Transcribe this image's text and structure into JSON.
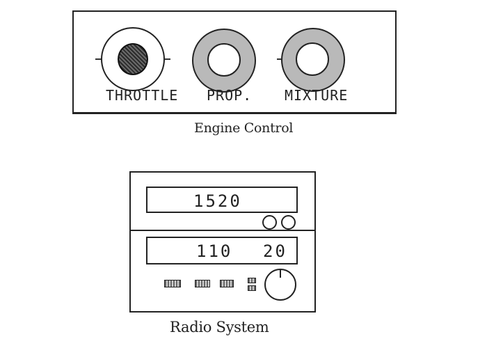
{
  "engine_control": {
    "title": "Engine Control",
    "knobs": [
      {
        "label": "THROTTLE"
      },
      {
        "label": "PROP."
      },
      {
        "label": "MIXTURE"
      }
    ]
  },
  "radio_system": {
    "title": "Radio System",
    "display_top": {
      "value": "1520"
    },
    "display_bottom": {
      "left_value": "110",
      "right_value": "20"
    }
  }
}
